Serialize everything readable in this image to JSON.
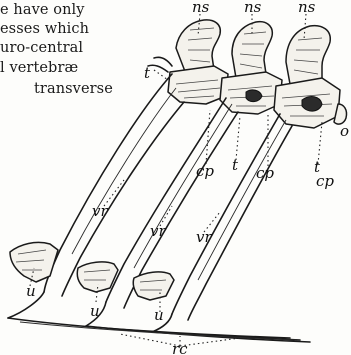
{
  "text_lines": [
    "e have only",
    "esses which",
    "uro-central",
    "l  vertebræ",
    "transverse"
  ],
  "labels": {
    "ns": "ns",
    "t": "t",
    "cp": "cp",
    "vr": "vr",
    "u": "u",
    "o": "o",
    "rc": "rc"
  }
}
